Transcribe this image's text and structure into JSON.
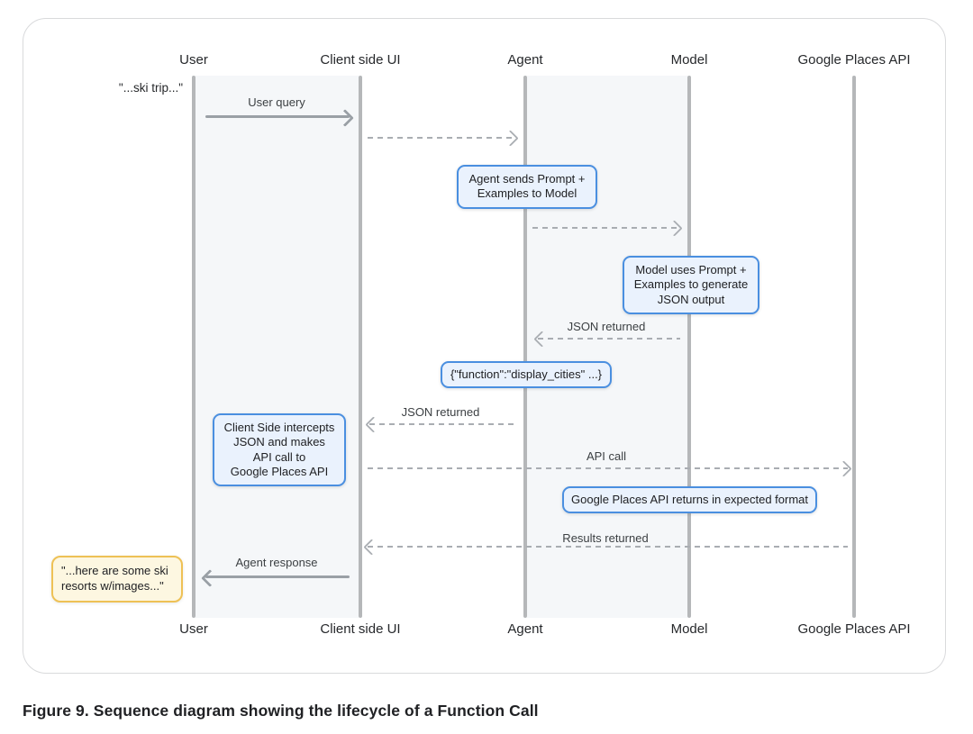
{
  "figure": {
    "caption": "Figure 9. Sequence diagram showing the lifecycle of a Function Call"
  },
  "diagram": {
    "actors": [
      {
        "label": "User"
      },
      {
        "label": "Client side UI"
      },
      {
        "label": "Agent"
      },
      {
        "label": "Model"
      },
      {
        "label": "Google Places API"
      }
    ],
    "side_notes": [
      {
        "name": "user-utterance",
        "text": "\"...ski trip...\""
      },
      {
        "name": "agent-reply",
        "text": "\"...here are some ski\nresorts w/images...\""
      }
    ],
    "messages": [
      {
        "label": "User query",
        "from": "User",
        "to": "Client side UI",
        "style": "solid"
      },
      {
        "label": "",
        "from": "Client side UI",
        "to": "Agent",
        "style": "dashed"
      },
      {
        "label": "JSON returned",
        "from": "Model",
        "to": "Agent",
        "style": "dashed"
      },
      {
        "label": "JSON returned",
        "from": "Agent",
        "to": "Client side UI",
        "style": "dashed"
      },
      {
        "label": "API call",
        "from": "Client side UI",
        "to": "Google Places API",
        "style": "dashed"
      },
      {
        "label": "Results returned",
        "from": "Google Places API",
        "to": "Client side UI",
        "style": "dashed"
      },
      {
        "label": "Agent response",
        "from": "Client side UI",
        "to": "User",
        "style": "solid"
      }
    ],
    "annotations": [
      {
        "text": "Agent sends Prompt +\nExamples to Model"
      },
      {
        "text": "Model uses Prompt +\nExamples to generate\nJSON output"
      },
      {
        "text": "{\"function\":\"display_cities\" ...}"
      },
      {
        "text": "Client Side intercepts\nJSON and makes\nAPI call to\nGoogle Places API"
      },
      {
        "text": "Google Places API returns in expected format"
      }
    ],
    "colors": {
      "annotation_fill": "#eaf2fd",
      "annotation_border": "#4a8fe0",
      "note_fill": "#fdf7e1",
      "note_border": "#eec155",
      "arrow_gray": "#9aa0a6",
      "lifeline_gray": "#b5b7b9"
    }
  }
}
